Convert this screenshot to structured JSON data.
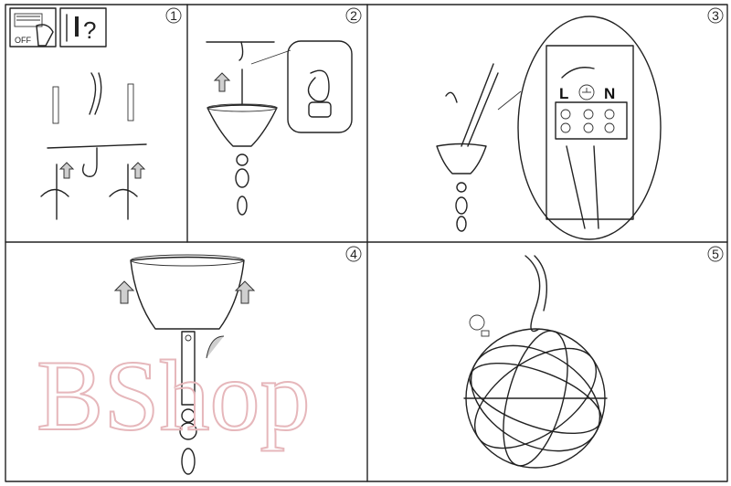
{
  "steps": [
    {
      "number": "1"
    },
    {
      "number": "2"
    },
    {
      "number": "3"
    },
    {
      "number": "4"
    },
    {
      "number": "5"
    }
  ],
  "step1": {
    "off_label": "OFF",
    "question_mark": "?"
  },
  "step3": {
    "live_label": "L",
    "neutral_label": "N"
  },
  "watermark": {
    "text": "BShop"
  },
  "colors": {
    "line": "#222222",
    "watermark": "#e6b7bb",
    "arrow_fill": "#cfcfcf"
  }
}
